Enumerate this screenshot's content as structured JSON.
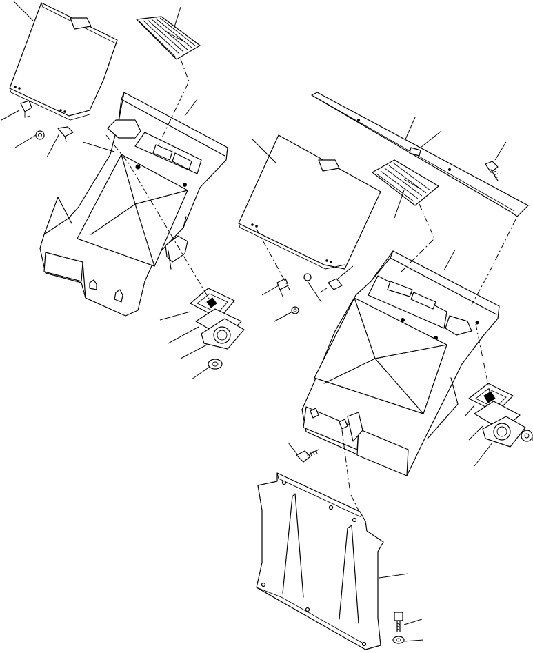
{
  "figure": {
    "background": "#ffffff",
    "line_color": "#000000",
    "leader_line_count": 28,
    "assemblies": [
      "left-console-assembly",
      "right-console-assembly",
      "bottom-cover-plate"
    ]
  }
}
